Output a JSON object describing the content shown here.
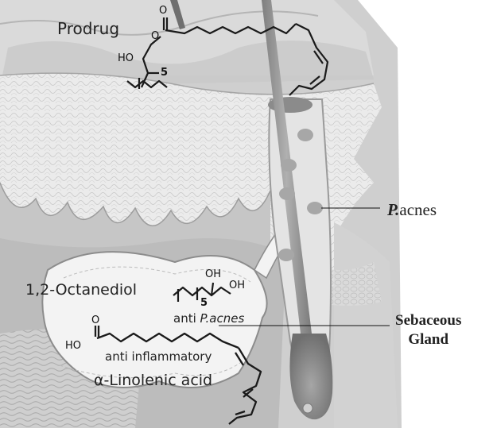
{
  "labels": {
    "prodrug": "Prodrug",
    "octanediol": "1,2-Octanediol",
    "anti_pacnes_prefix": "anti ",
    "anti_pacnes_italic": "P.acnes",
    "anti_inflammatory": "anti inflammatory",
    "linolenic": "α-Linolenic acid",
    "pacnes_italic": "P.",
    "pacnes_rest": "acnes",
    "sebaceous_line1": "Sebaceous",
    "sebaceous_line2": "Gland"
  },
  "chem": {
    "prodrug_carbonyl_o": "O",
    "prodrug_ester_o": "O",
    "prodrug_ho": "HO",
    "prodrug_subscript": "5",
    "octanediol_oh1": "OH",
    "octanediol_oh2": "OH",
    "octanediol_subscript": "5",
    "linolenic_o": "O",
    "linolenic_ho": "HO"
  },
  "colors": {
    "skin_top": "#d7d7d7",
    "epidermis": "#e9e9e9",
    "dermis": "#bdbdbd",
    "gland": "#f2f2f2",
    "hair": "#8a8a8a",
    "bacteria": "#a9a9a9"
  }
}
